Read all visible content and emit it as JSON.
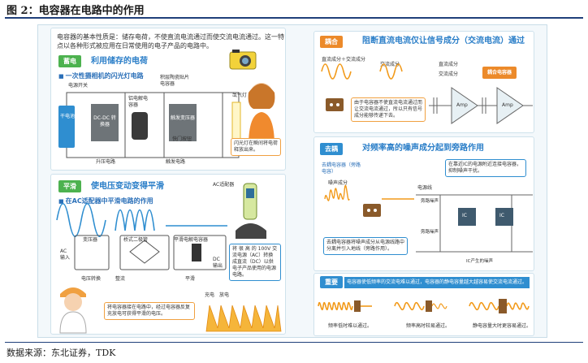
{
  "figure": {
    "title": "图 2：电容器在电路中的作用",
    "source": "数据来源：东北证券，TDK"
  },
  "intro": "电容器的基本性质是：储存电荷，不使直流电流通过而使交流电流通过。这一特点以各种形式被应用在日常使用的电子产品的电路中。",
  "charge": {
    "tag": "蓄电",
    "headline": "利用储存的电荷",
    "sub": "一次性摄相机的闪光灯电路",
    "labels": {
      "power_switch": "电源开关",
      "dry_battery": "干电池",
      "dcdc": "DC-DC 转换器",
      "aluminum_cap": "铝电解电容器",
      "film_cap": "积层陶瓷贴片电容器",
      "strobe_trans": "触发变压器",
      "flash_tube": "氙气灯",
      "boost": "升压电路",
      "shutter": "快门按钮",
      "trigger": "触发电路"
    },
    "note": "闪光灯在瞬间将电荷释放出来。"
  },
  "smooth": {
    "tag": "平滑",
    "headline": "使电压变动变得平滑",
    "sub": "在AC适配器中平滑电路的作用",
    "adapter": "AC适配器",
    "labels": {
      "transformer": "变压器",
      "bridge": "桥式二极管",
      "smooth_cap": "平滑电解电容器",
      "ac_in": "AC 输入",
      "dc_out": "DC 输出",
      "rectify": "电压转换",
      "rectifier": "整流",
      "smoothing": "平滑"
    },
    "note_right": "将 很 高 的 100V 交流电源（AC）转换成直流（DC）以供电子产品使用的电源电路。",
    "note_bottom": "将电容器接在电路中，经过电容器反复充放电可获得平滑的电压。",
    "charge": "充电",
    "discharge": "放电"
  },
  "coupling": {
    "tag": "耦合",
    "headline": "阻断直流电流仅让信号成分（交流电流）通过",
    "labels": {
      "dc_ac": "直流成分＋交流成分",
      "ac_only": "交流成分",
      "dc_part": "直流成分",
      "ac_part": "交流成分",
      "coupling_cap": "耦合电容器",
      "amp": "Amp"
    },
    "note": "由于电容器不使直流电流通过而让交流电流通过，所以只有信号成分能够传递下去。"
  },
  "decoupling": {
    "tag": "去耦",
    "headline": "对频率高的噪声成分起到旁路作用",
    "labels": {
      "bypass_cap": "去耦电容器（旁路电容）",
      "noise": "噪声成分",
      "power_line": "电源线",
      "ic": "IC",
      "bypass_noise": "旁路噪声",
      "reduce_noise": "旁路噪声",
      "ic_noise": "IC产生的噪声"
    },
    "note_top": "在靠近IC的电源附近连接电容器，抑制噪声干扰。",
    "note_left": "去耦电容器将噪声成分从电源线路中分离并引入地线（旁路作用）。"
  },
  "summary": {
    "tag": "重要",
    "text": "电容器使低频率的交流电难以通过，电容器的静电容量越大越容易使交流电流通过。",
    "labels": {
      "low": "频率低时难以通过。",
      "mid": "频率高时较易通过。",
      "high": "静电容量大时更容易通过。"
    }
  },
  "colors": {
    "accent_blue": "#2a7ec8",
    "green": "#4db24f",
    "orange": "#ec8a2a",
    "wave_orange": "#f29a1a"
  }
}
